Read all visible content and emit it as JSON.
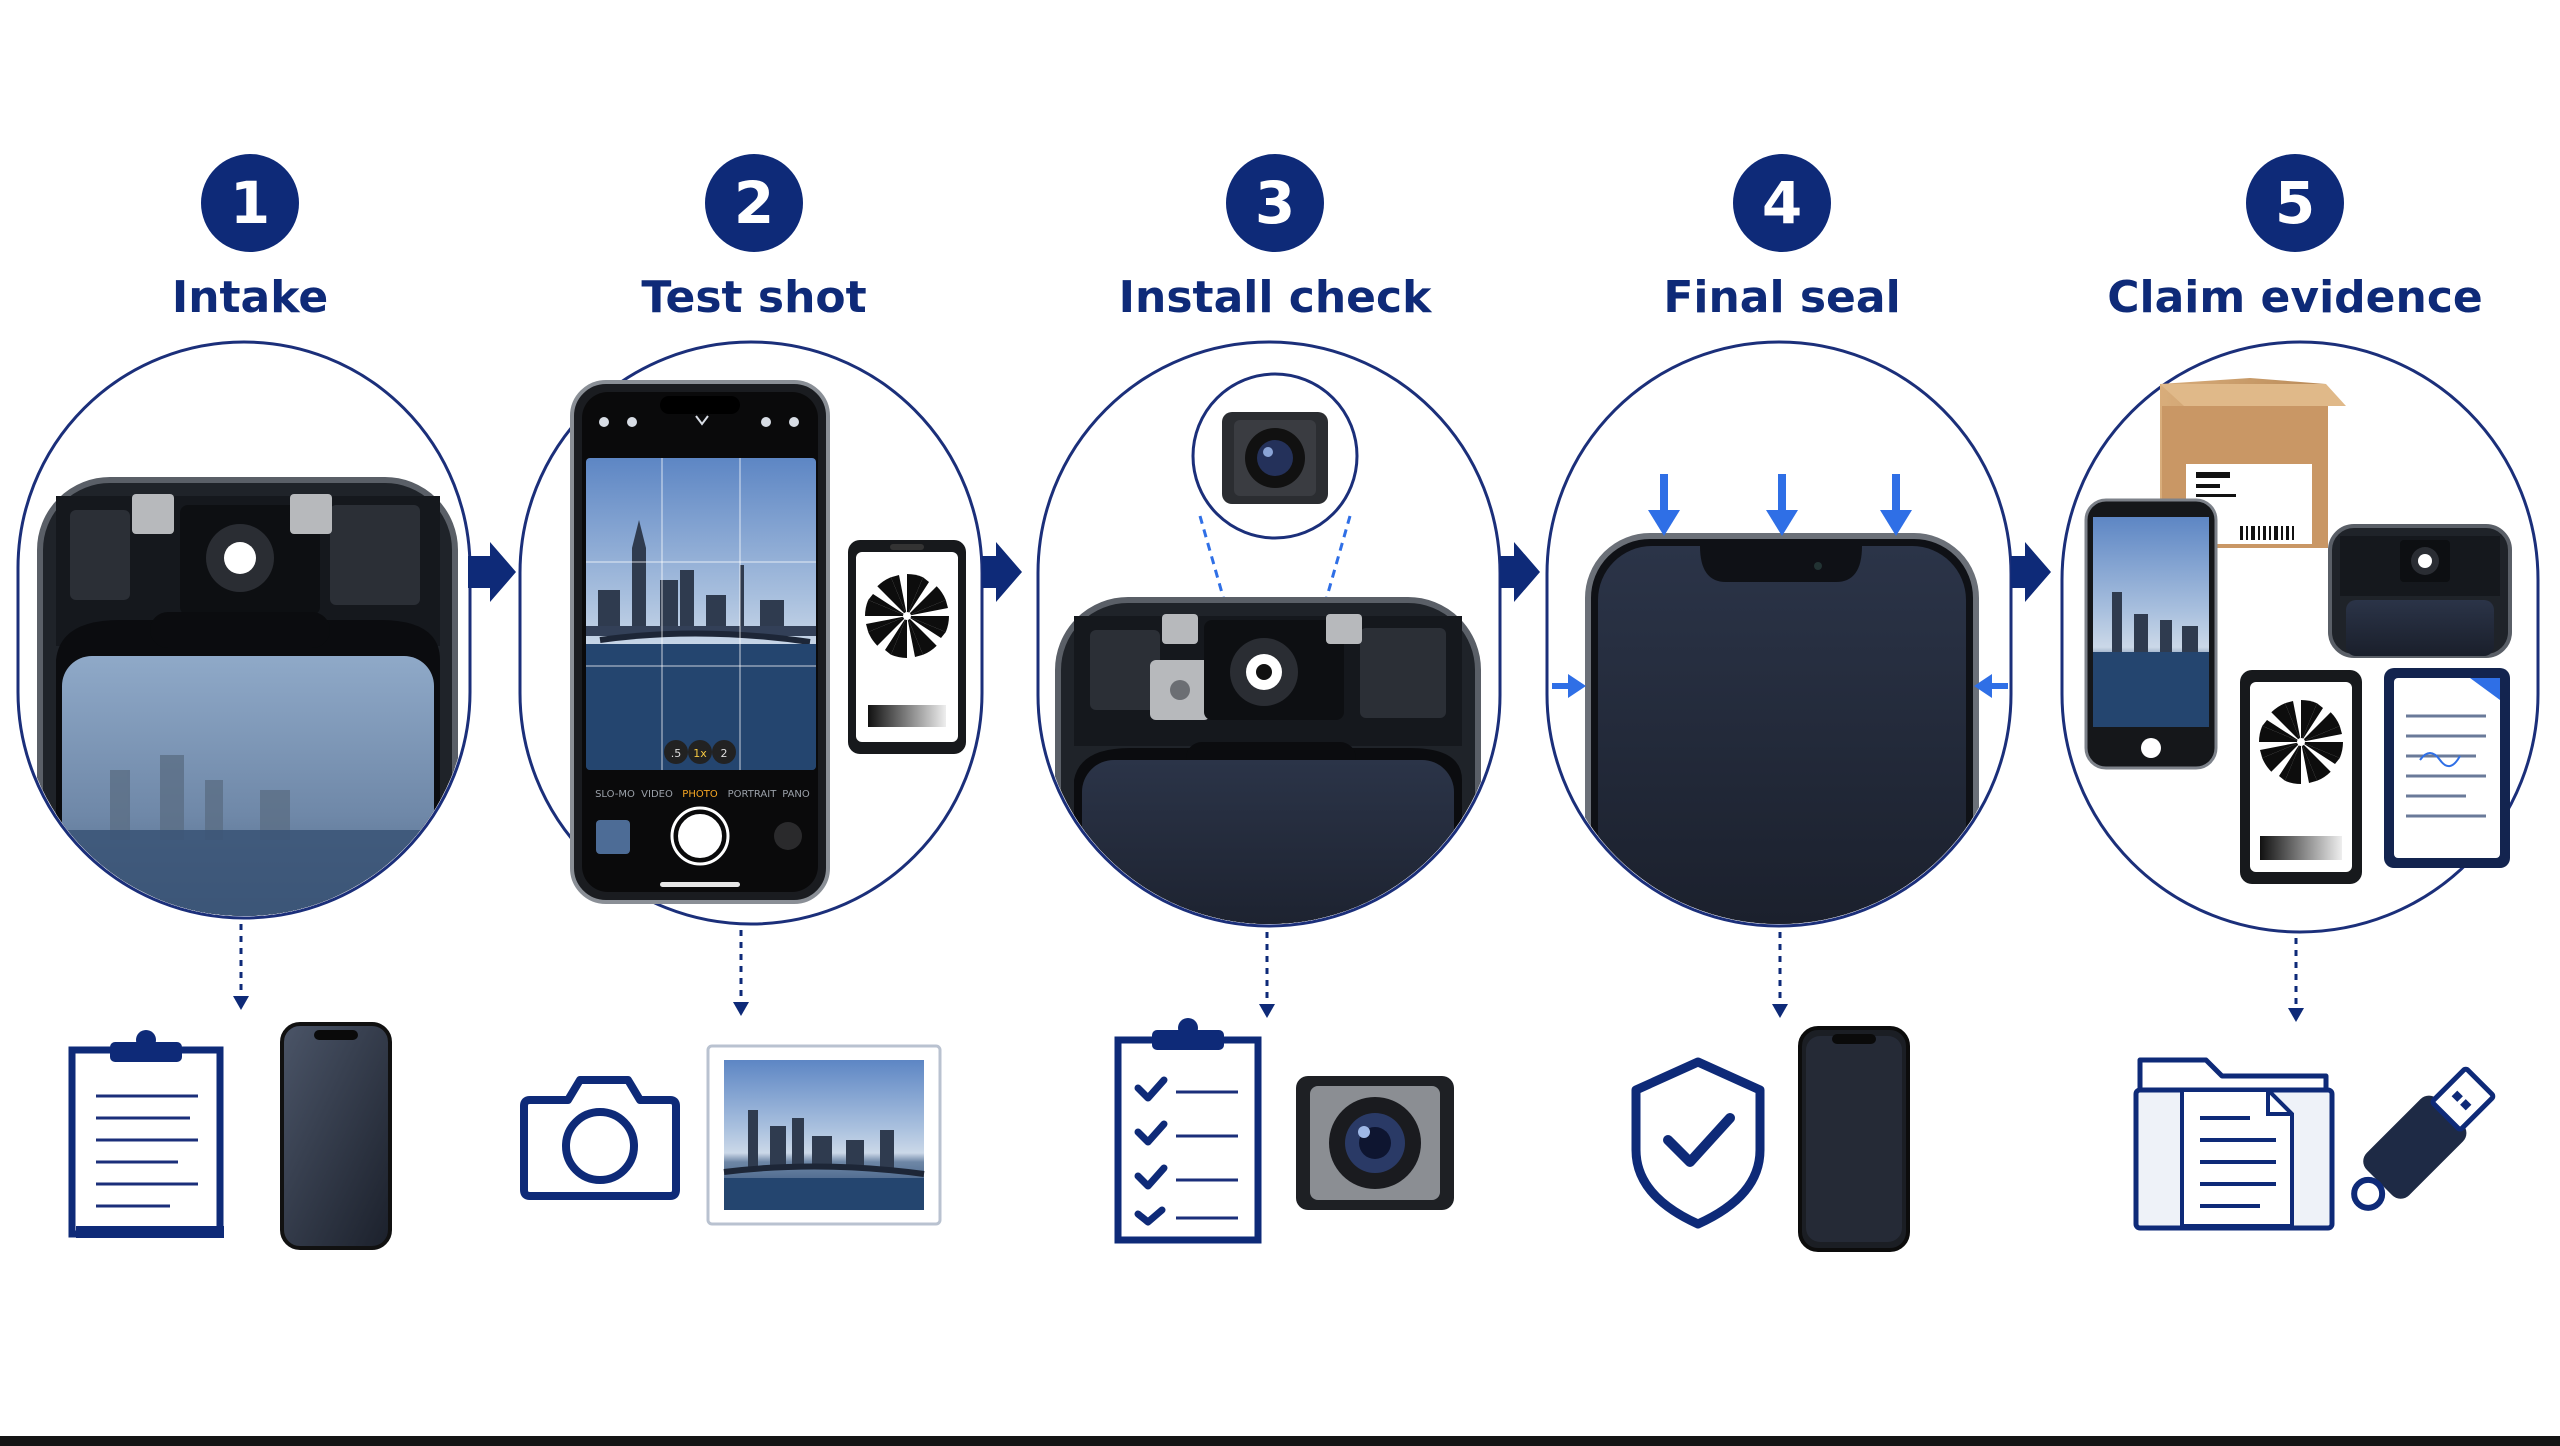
{
  "steps": [
    {
      "number": "1",
      "title": "Intake"
    },
    {
      "number": "2",
      "title": "Test shot"
    },
    {
      "number": "3",
      "title": "Install check"
    },
    {
      "number": "4",
      "title": "Final seal"
    },
    {
      "number": "5",
      "title": "Claim evidence"
    }
  ],
  "camera_app": {
    "modes": [
      "SLO-MO",
      "VIDEO",
      "PHOTO",
      "PORTRAIT",
      "PANO"
    ],
    "zoom_levels": [
      ".5",
      "1x",
      "2"
    ]
  },
  "colors": {
    "navy": "#0e2a78",
    "accent_blue": "#2f6fe6",
    "box_cardboard": "#c89b6a"
  },
  "icons": [
    "clipboard-icon",
    "phone-icon",
    "camera-icon",
    "photo-icon",
    "checklist-icon",
    "camera-module-icon",
    "shield-check-icon",
    "folder-document-icon",
    "usb-drive-icon",
    "shipping-box-icon",
    "test-chart-icon",
    "document-icon"
  ]
}
